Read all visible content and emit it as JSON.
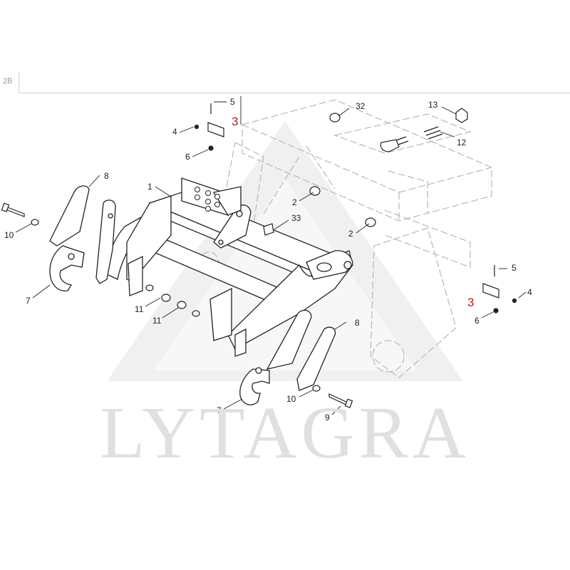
{
  "page": {
    "tab_label": "2B"
  },
  "watermark": {
    "text": "LYTAGRA",
    "color": "#dedede"
  },
  "colors": {
    "line": "#222222",
    "ghost": "#b8b8b8",
    "callout_highlight": "#b02020"
  },
  "callouts": [
    {
      "id": "c1",
      "label": "1"
    },
    {
      "id": "c2a",
      "label": "2"
    },
    {
      "id": "c2b",
      "label": "2"
    },
    {
      "id": "c3a",
      "label": "3"
    },
    {
      "id": "c3b",
      "label": "3"
    },
    {
      "id": "c4a",
      "label": "4"
    },
    {
      "id": "c4b",
      "label": "4"
    },
    {
      "id": "c5a",
      "label": "5"
    },
    {
      "id": "c5b",
      "label": "5"
    },
    {
      "id": "c6a",
      "label": "6"
    },
    {
      "id": "c6b",
      "label": "6"
    },
    {
      "id": "c7a",
      "label": "7"
    },
    {
      "id": "c7b",
      "label": "7"
    },
    {
      "id": "c8a",
      "label": "8"
    },
    {
      "id": "c8b",
      "label": "8"
    },
    {
      "id": "c9",
      "label": "9"
    },
    {
      "id": "c10a",
      "label": "10"
    },
    {
      "id": "c10b",
      "label": "10"
    },
    {
      "id": "c11a",
      "label": "11"
    },
    {
      "id": "c11b",
      "label": "11"
    },
    {
      "id": "c12",
      "label": "12"
    },
    {
      "id": "c13",
      "label": "13"
    },
    {
      "id": "c32",
      "label": "32"
    },
    {
      "id": "c33",
      "label": "33"
    }
  ]
}
